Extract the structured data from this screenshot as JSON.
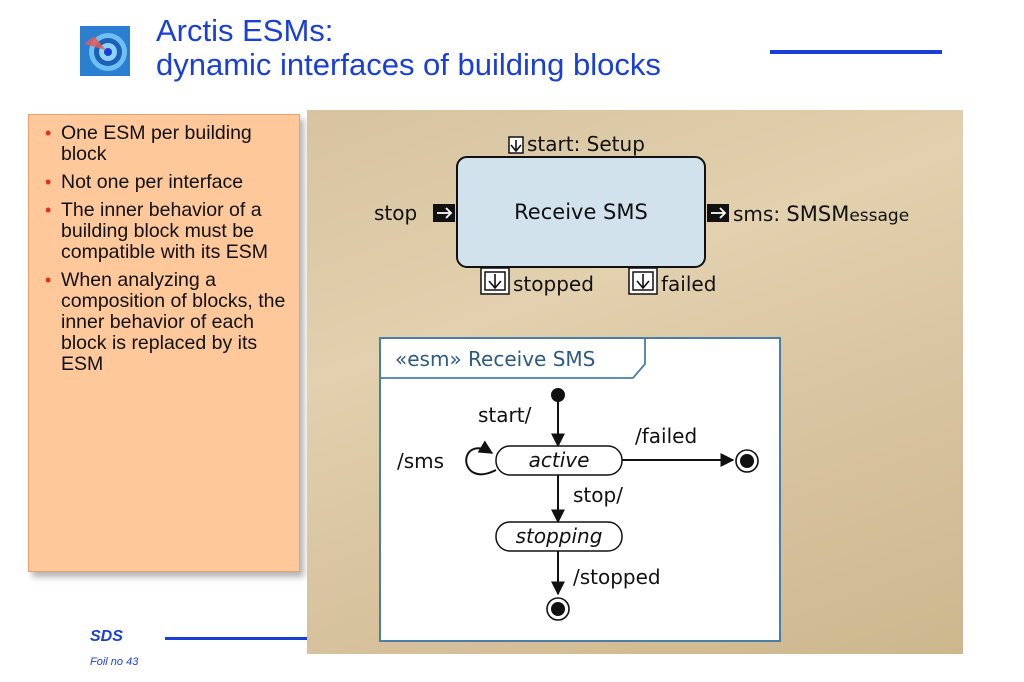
{
  "header": {
    "title_line1": "Arctis ESMs:",
    "title_line2": "dynamic interfaces of building blocks",
    "logo_icon": "target-logo-icon"
  },
  "bullets": [
    "One ESM per building block",
    "Not one per interface",
    "The inner behavior of a building block must be compatible with its ESM",
    "When analyzing a composition of blocks, the inner behavior of each block is replaced by its ESM"
  ],
  "block_diagram": {
    "block_name": "Receive SMS",
    "pin_top": "start: Setup",
    "pin_left": "stop",
    "pin_right_name": "sms: ",
    "pin_right_type_caps": "SMSM",
    "pin_right_type_rest": "essage",
    "pin_bottom_left": "stopped",
    "pin_bottom_right": "failed"
  },
  "esm_diagram": {
    "frame_label": "«esm» Receive SMS",
    "states": [
      "active",
      "stopping"
    ],
    "transitions": {
      "start": "start/",
      "sms": "/sms",
      "failed": "/failed",
      "stop": "stop/",
      "stopped": "/stopped"
    }
  },
  "footer": {
    "brand": "SDS",
    "foil": "Foil no 43"
  },
  "colors": {
    "title_blue": "#1a3fd6",
    "bullet_box": "#ffc89a",
    "bullet_marker": "#e0301e",
    "block_fill": "#d2e2ec",
    "frame_border": "#4a7ea6"
  }
}
